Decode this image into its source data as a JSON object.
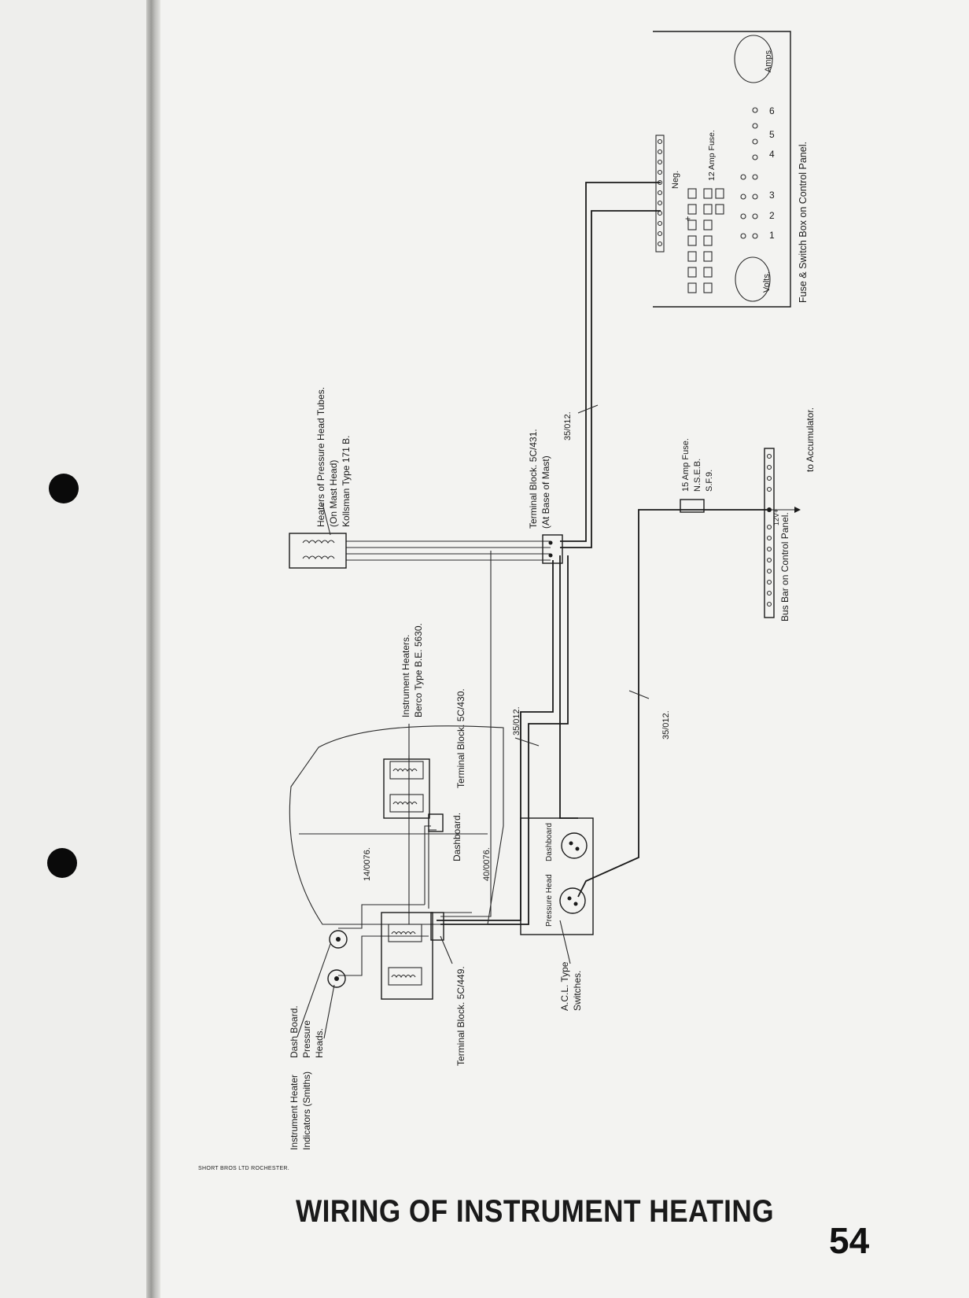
{
  "title": "WIRING OF INSTRUMENT HEATING",
  "page_number": "54",
  "maker": "SHORT BROS LTD ROCHESTER.",
  "control_panel": {
    "caption": "Fuse & Switch Box on Control Panel.",
    "amps": "Amps.",
    "volts": "Volts.",
    "neg": "Neg.",
    "fuse_12": "12 Amp Fuse.",
    "switch_nums": [
      "1",
      "2",
      "3",
      "4",
      "5",
      "6"
    ],
    "plus": "+"
  },
  "pressure_heads": {
    "line1": "Heaters of Pressure Head Tubes.",
    "line2": "(On Mast Head)",
    "line3": "Kollsman Type 171 B."
  },
  "tb_mast": {
    "line1": "Terminal Block. 5C/431.",
    "line2": "(At Base of Mast)"
  },
  "cables": {
    "c1": "35/012.",
    "c2": "35/012.",
    "c3": "35/012.",
    "c4": "40/0076.",
    "c5": "14/0076."
  },
  "fuse_15": {
    "line1": "15 Amp Fuse.",
    "line2": "N.S.E.B.",
    "line3": "S.F.9."
  },
  "accumulator": "to Accumulator.",
  "bus_bar": {
    "caption": "Bus Bar on Control Panel.",
    "voltage": "12V+"
  },
  "instr_heaters": {
    "line1": "Instrument Heaters.",
    "line2": "Berco Type B.E. 5630."
  },
  "tb_430": "Terminal Block. 5C/430.",
  "dashboard": "Dashboard.",
  "acl": {
    "line1": "A.C.L. Type",
    "line2": "Switches.",
    "pressure_head": "Pressure Head",
    "dashboard": "Dashboard"
  },
  "tb_449": "Terminal Block. 5C/449.",
  "indicators": {
    "line1": "Instrument Heater",
    "line2": "Indicators (Smiths)",
    "dash_board": "Dash Board.",
    "pressure": "Pressure",
    "heads": "Heads."
  }
}
